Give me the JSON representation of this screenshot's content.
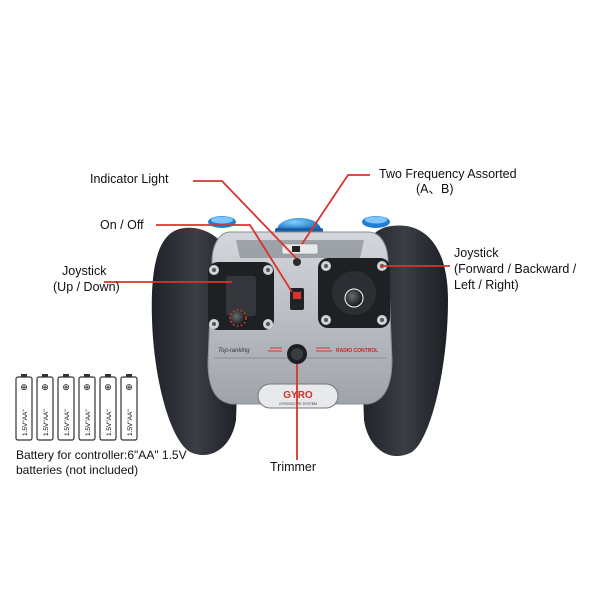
{
  "labels": {
    "indicator_light": "Indicator Light",
    "two_frequency_line1": "Two Frequency Assorted",
    "two_frequency_line2": "(A、B)",
    "on_off": "On / Off",
    "joystick_left_line1": "Joystick",
    "joystick_left_line2": "(Up / Down)",
    "joystick_right_line1": "Joystick",
    "joystick_right_line2": "(Forward / Backward /",
    "joystick_right_line3": "Left / Right)",
    "trimmer": "Trimmer",
    "battery_line1": "Battery for controller:6\"AA\" 1.5V",
    "battery_line2": "batteries (not included)"
  },
  "controller": {
    "brand": "GYRO",
    "brand_sub": "GYROSCOPE SYSTEM",
    "panel_left_text": "Top-ranking",
    "panel_right_text": "RADIO CONTROL"
  },
  "battery": {
    "count": 6,
    "cell_label": "1.5V\"AA\""
  },
  "colors": {
    "callout_line": "#d9342b",
    "grip": "#2a2d33",
    "faceplate": "#b9bcc2",
    "accent_blue": "#1e7fd6"
  }
}
